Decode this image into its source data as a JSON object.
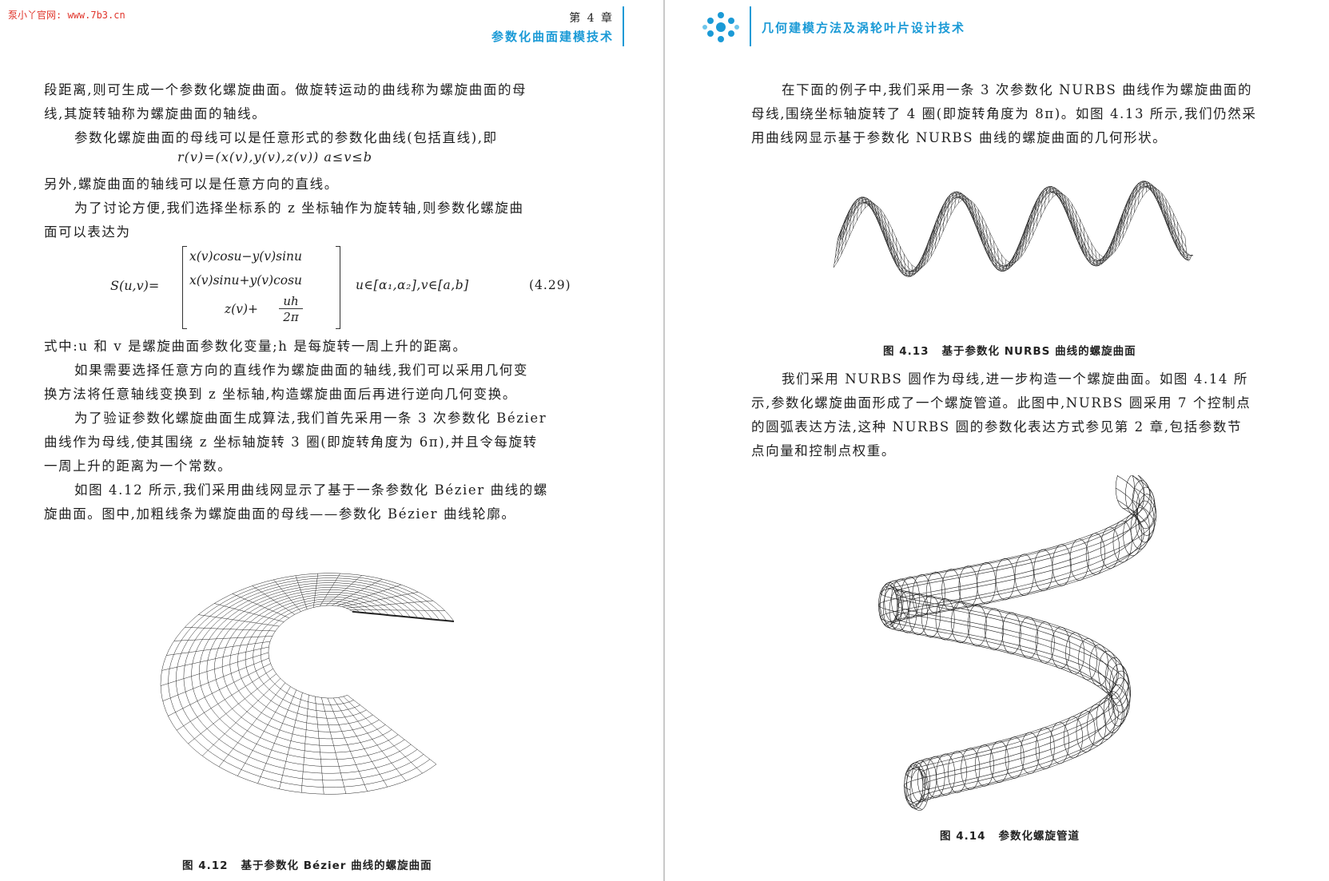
{
  "watermark": "泵小丫官网: www.7b3.cn",
  "left_header": {
    "chapter": "第 4 章",
    "title": "参数化曲面建模技术"
  },
  "right_header": {
    "logo_icon": "molecule-logo-icon",
    "title": "几何建模方法及涡轮叶片设计技术",
    "accent_color": "#1b9ad6"
  },
  "left_page": {
    "p1": [
      "段距离,则可生成一个参数化螺旋曲面。做旋转运动的曲线称为螺旋曲面的母",
      "线,其旋转轴称为螺旋曲面的轴线。"
    ],
    "p2": "参数化螺旋曲面的母线可以是任意形式的参数化曲线(包括直线),即",
    "formula_r": "r(v)=(x(v),y(v),z(v))    a≤v≤b",
    "p3": "另外,螺旋曲面的轴线可以是任意方向的直线。",
    "p4": [
      "为了讨论方便,我们选择坐标系的 z 坐标轴作为旋转轴,则参数化螺旋曲",
      "面可以表达为"
    ],
    "formula_S": {
      "lhs": "S(u,v)=",
      "row1": "x(v)cosu−y(v)sinu",
      "row2": "x(v)sinu+y(v)cosu",
      "row3_prefix": "z(v)+",
      "row3_num": "uh",
      "row3_den": "2π",
      "domain": "u∈[α₁,α₂],v∈[a,b]",
      "eq_no": "(4.29)"
    },
    "p5": "式中:u 和 v 是螺旋曲面参数化变量;h 是每旋转一周上升的距离。",
    "p6": [
      "如果需要选择任意方向的直线作为螺旋曲面的轴线,我们可以采用几何变",
      "换方法将任意轴线变换到 z 坐标轴,构造螺旋曲面后再进行逆向几何变换。"
    ],
    "p7": [
      "为了验证参数化螺旋曲面生成算法,我们首先采用一条 3 次参数化 Bézier",
      "曲线作为母线,使其围绕 z 坐标轴旋转 3 圈(即旋转角度为 6π),并且令每旋转",
      "一周上升的距离为一个常数。"
    ],
    "p8": [
      "如图 4.12 所示,我们采用曲线网显示了基于一条参数化 Bézier 曲线的螺",
      "旋曲面。图中,加粗线条为螺旋曲面的母线——参数化 Bézier 曲线轮廓。"
    ],
    "fig_caption_num": "图 4.12",
    "fig_caption_text": "基于参数化 Bézier 曲线的螺旋曲面"
  },
  "right_page": {
    "p1": [
      "在下面的例子中,我们采用一条 3 次参数化 NURBS 曲线作为螺旋曲面的",
      "母线,围绕坐标轴旋转了 4 圈(即旋转角度为 8π)。如图 4.13 所示,我们仍然采",
      "用曲线网显示基于参数化 NURBS 曲线的螺旋曲面的几何形状。"
    ],
    "fig13_caption_num": "图 4.13",
    "fig13_caption_text": "基于参数化 NURBS 曲线的螺旋曲面",
    "p2": [
      "我们采用 NURBS 圆作为母线,进一步构造一个螺旋曲面。如图 4.14 所",
      "示,参数化螺旋曲面形成了一个螺旋管道。此图中,NURBS 圆采用 7 个控制点",
      "的圆弧表达方法,这种 NURBS 圆的参数化表达方式参见第 2 章,包括参数节",
      "点向量和控制点权重。"
    ],
    "fig14_caption_num": "图 4.14",
    "fig14_caption_text": "参数化螺旋管道"
  }
}
